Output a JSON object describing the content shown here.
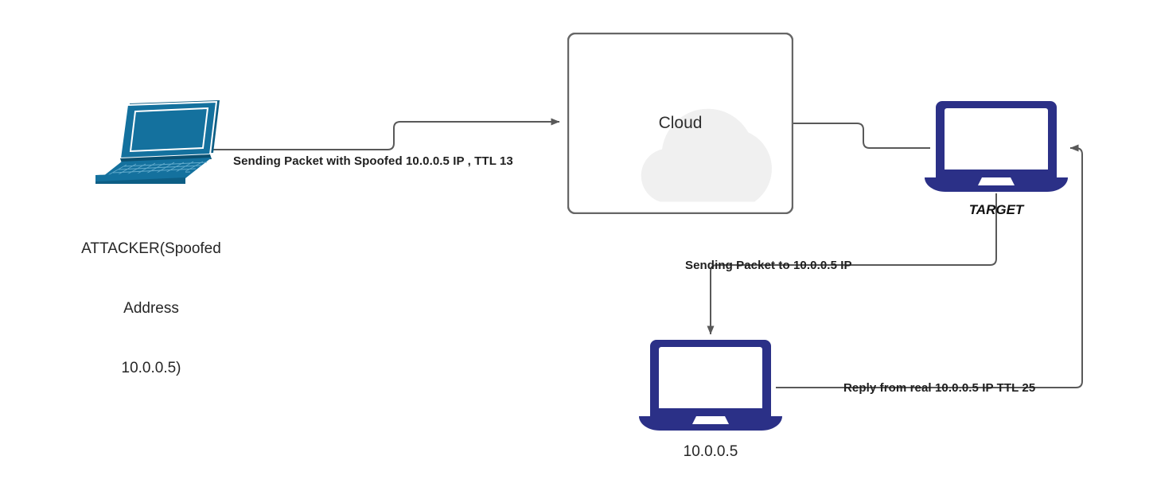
{
  "diagram": {
    "title": "IP Spoofing / TTL reflection network diagram",
    "background": "#ffffff",
    "colors": {
      "attacker_laptop": "#14719e",
      "attacker_laptop_dark": "#0d5e85",
      "target_laptop": "#2b3087",
      "victim_laptop": "#2b3087",
      "cloud_fill": "#f0f0f0",
      "cloud_box_border": "#666666",
      "wire": "#595959",
      "text": "#1f1f1f"
    }
  },
  "nodes": {
    "attacker": {
      "icon": "laptop-isometric-icon",
      "label_line1": "ATTACKER(Spoofed",
      "label_line2": "Address",
      "label_line3": "10.0.0.5)"
    },
    "cloud": {
      "icon": "cloud-icon",
      "label": "Cloud"
    },
    "target": {
      "icon": "laptop-icon",
      "label": "TARGET"
    },
    "victim": {
      "icon": "laptop-icon",
      "label": "10.0.0.5"
    }
  },
  "connections": [
    {
      "id": "attacker-to-cloud",
      "label": "Sending Packet with Spoofed 10.0.0.5 IP , TTL 13",
      "from": "attacker",
      "to": "cloud",
      "arrow": "end"
    },
    {
      "id": "cloud-to-target",
      "label": "",
      "from": "cloud",
      "to": "target",
      "arrow": "none"
    },
    {
      "id": "target-to-victim",
      "label": "Sending Packet to 10.0.0.5 IP",
      "from": "target",
      "to": "victim",
      "arrow": "end"
    },
    {
      "id": "victim-to-target-reply",
      "label": "Reply from real 10.0.0.5 IP TTL 25",
      "from": "victim",
      "to": "target",
      "arrow": "end"
    }
  ]
}
